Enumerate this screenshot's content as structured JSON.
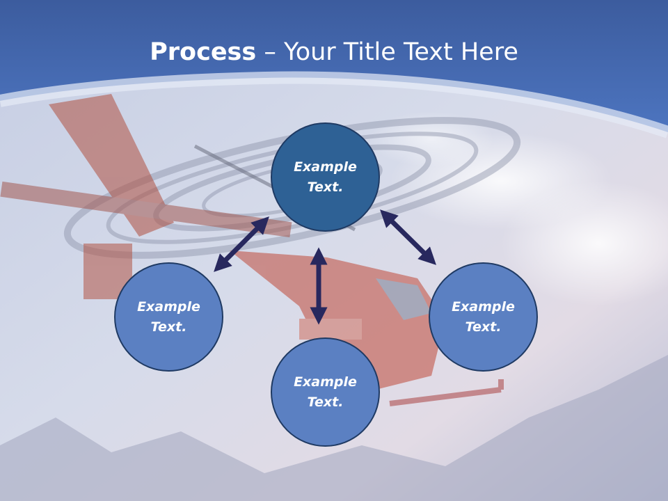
{
  "title": {
    "bold": "Process",
    "rest": " – Your Title Text Here"
  },
  "nodes": {
    "top": {
      "line1": "Example",
      "line2": "Text."
    },
    "left": {
      "line1": "Example",
      "line2": "Text."
    },
    "right": {
      "line1": "Example",
      "line2": "Text."
    },
    "bottom": {
      "line1": "Example",
      "line2": "Text."
    }
  },
  "colors": {
    "header_blue": "#4a70b8",
    "center_node": "#2e6195",
    "outer_node": "#5b80c2",
    "arrow": "#28285e"
  }
}
